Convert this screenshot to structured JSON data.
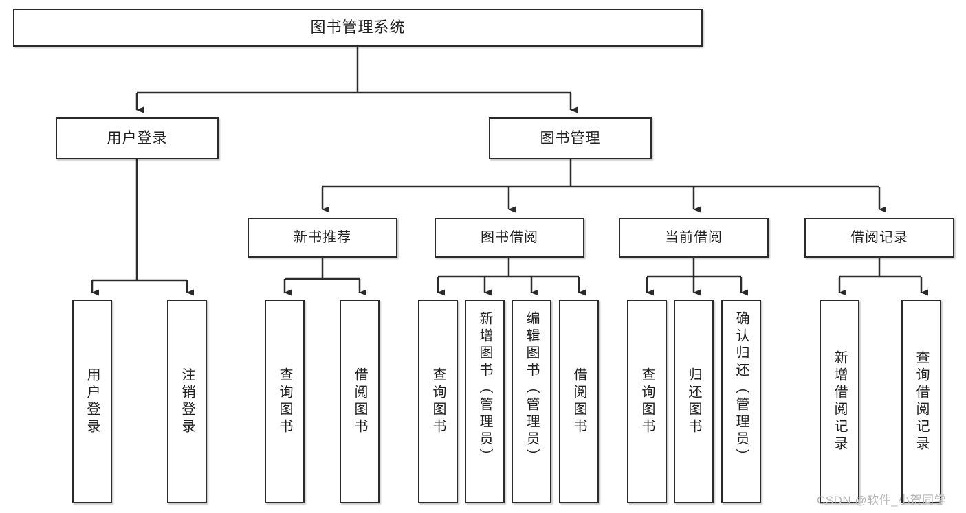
{
  "diagram": {
    "title": "图书管理系统",
    "type": "tree-hierarchy",
    "watermark": "CSDN @软件_小贺同学",
    "colors": {
      "background": "#ffffff",
      "box_border": "#2b2b2b",
      "box_fill": "#ffffff",
      "connector": "#2b2b2b",
      "text": "#1f1f1f",
      "watermark": "#b9b9b9"
    },
    "root": {
      "label": "图书管理系统"
    },
    "level2": [
      {
        "label": "用户登录"
      },
      {
        "label": "图书管理"
      }
    ],
    "level3": [
      {
        "label": "新书推荐"
      },
      {
        "label": "图书借阅"
      },
      {
        "label": "当前借阅"
      },
      {
        "label": "借阅记录"
      }
    ],
    "leaves": {
      "user_login": [
        {
          "label": "用户登录"
        },
        {
          "label": "注销登录"
        }
      ],
      "new_book_recommend": [
        {
          "label": "查询图书"
        },
        {
          "label": "借阅图书"
        }
      ],
      "book_borrow": [
        {
          "label": "查询图书"
        },
        {
          "label": "新增图书（管理员）"
        },
        {
          "label": "编辑图书（管理员）"
        },
        {
          "label": "借阅图书"
        }
      ],
      "current_borrow": [
        {
          "label": "查询图书"
        },
        {
          "label": "归还图书"
        },
        {
          "label": "确认归还（管理员）"
        }
      ],
      "borrow_record": [
        {
          "label": "新增借阅记录"
        },
        {
          "label": "查询借阅记录"
        }
      ]
    }
  }
}
